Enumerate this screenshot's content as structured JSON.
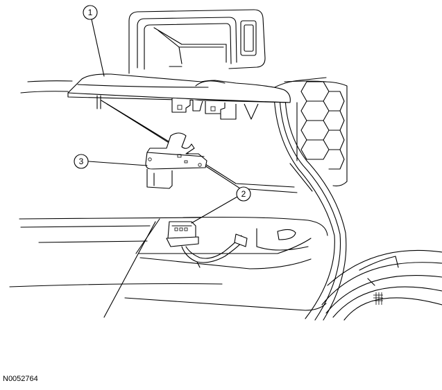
{
  "diagram": {
    "reference_code": "N0052764",
    "callouts": [
      {
        "id": "1"
      },
      {
        "id": "2"
      },
      {
        "id": "3"
      }
    ]
  },
  "colors": {
    "line": "#000000",
    "background": "#ffffff"
  }
}
